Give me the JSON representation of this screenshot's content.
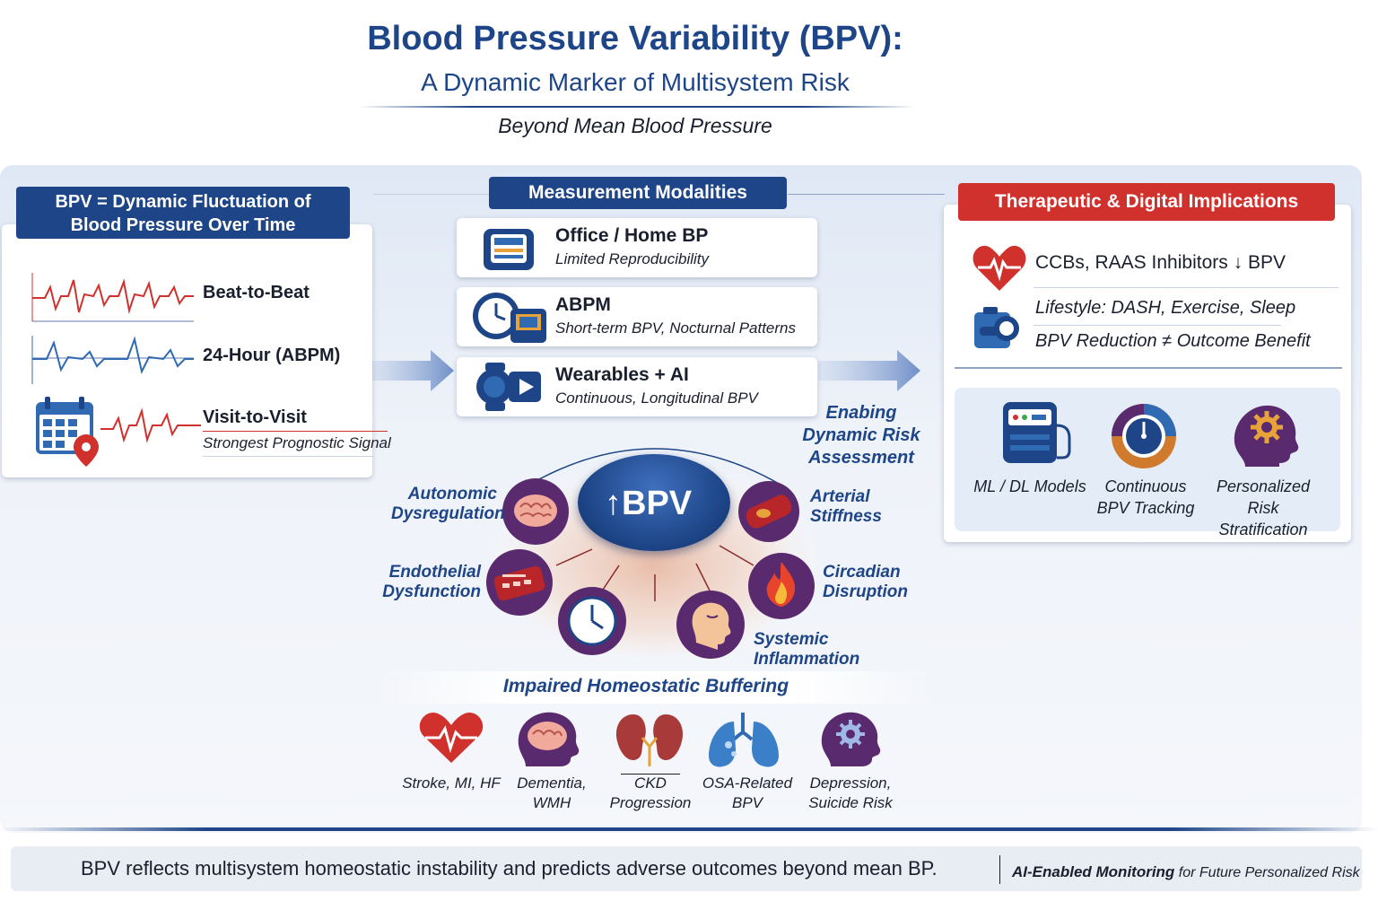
{
  "header": {
    "title": "Blood Pressure Variability (BPV):",
    "subtitle": "A Dynamic Marker of Multisystem Risk",
    "tagline": "Beyond Mean Blood Pressure"
  },
  "left_panel": {
    "heading_line1": "BPV = Dynamic Fluctuation of",
    "heading_line2": "Blood Pressure Over Time",
    "items": [
      {
        "label": "Beat-to-Beat",
        "icon": "red-waveform-icon"
      },
      {
        "label": "24-Hour (ABPM)",
        "icon": "blue-waveform-icon"
      },
      {
        "label": "Visit-to-Visit",
        "sublabel": "Strongest Prognostic Signal",
        "icon": "calendar-pin-icon"
      }
    ]
  },
  "measurement": {
    "heading": "Measurement Modalities",
    "items": [
      {
        "title": "Office / Home BP",
        "subtitle": "Limited Reproducibility",
        "icon": "bp-monitor-icon"
      },
      {
        "title": "ABPM",
        "subtitle": "Short-term BPV, Nocturnal Patterns",
        "icon": "clock-monitor-icon"
      },
      {
        "title": "Wearables + AI",
        "subtitle": "Continuous, Longitudinal BPV",
        "icon": "wearable-camera-icon"
      }
    ],
    "enabling_line1": "Enabing",
    "enabling_line2": "Dynamic Risk",
    "enabling_line3": "Assessment"
  },
  "center": {
    "bpv_label": "BPV",
    "arrow_icon": "up-arrow-icon",
    "mechanisms": [
      {
        "line1": "Autonomic",
        "line2": "Dysregulation",
        "icon": "brain-icon"
      },
      {
        "line1": "Arterial",
        "line2": "Stiffness",
        "icon": "artery-icon"
      },
      {
        "line1": "Endothelial",
        "line2": "Dysfunction",
        "icon": "vessel-wall-icon"
      },
      {
        "line1": "Circadian",
        "line2": "Disruption",
        "icon": "flame-icon"
      },
      {
        "line1": "Systemic",
        "line2": "Inflammation",
        "icon": "head-icon"
      }
    ],
    "clock_icon": "clock-icon",
    "buffering_label": "Impaired Homeostatic Buffering"
  },
  "outcomes": [
    {
      "line1": "Stroke, MI, HF",
      "line2": "",
      "icon": "heart-ecg-icon"
    },
    {
      "line1": "Dementia,",
      "line2": "WMH",
      "icon": "brain-head-icon"
    },
    {
      "line1": "CKD",
      "line2": "Progression",
      "icon": "kidney-icon"
    },
    {
      "line1": "OSA-Related",
      "line2": "BPV",
      "icon": "lungs-icon"
    },
    {
      "line1": "Depression,",
      "line2": "Suicide Risk",
      "icon": "head-gear-icon"
    }
  ],
  "right_panel": {
    "heading": "Therapeutic & Digital Implications",
    "therapy_prefix": "CCBs, RAAS Inhibitors",
    "therapy_arrow": "↓",
    "therapy_suffix": "BPV",
    "lifestyle": "Lifestyle: DASH, Exercise, Sleep",
    "reduction_note": "BPV Reduction ≠ Outcome Benefit",
    "digital": [
      {
        "line1": "ML / DL Models",
        "line2": "",
        "icon": "server-icon"
      },
      {
        "line1": "Continuous",
        "line2": "BPV Tracking",
        "icon": "gauge-icon"
      },
      {
        "line1": "Personalized",
        "line2": "Risk Stratification",
        "icon": "head-gear-icon"
      }
    ]
  },
  "footer": {
    "summary": "BPV reflects multisystem homeostatic instability and predicts adverse outcomes beyond mean BP.",
    "note_bold": "AI-Enabled Monitoring",
    "note_rest": " for Future Personalized Risk"
  },
  "colors": {
    "navy": "#1d4587",
    "red": "#d0312d",
    "mechanism_icon_bg": "#5a2a6e",
    "panel_bg": "#e4ecf7"
  }
}
